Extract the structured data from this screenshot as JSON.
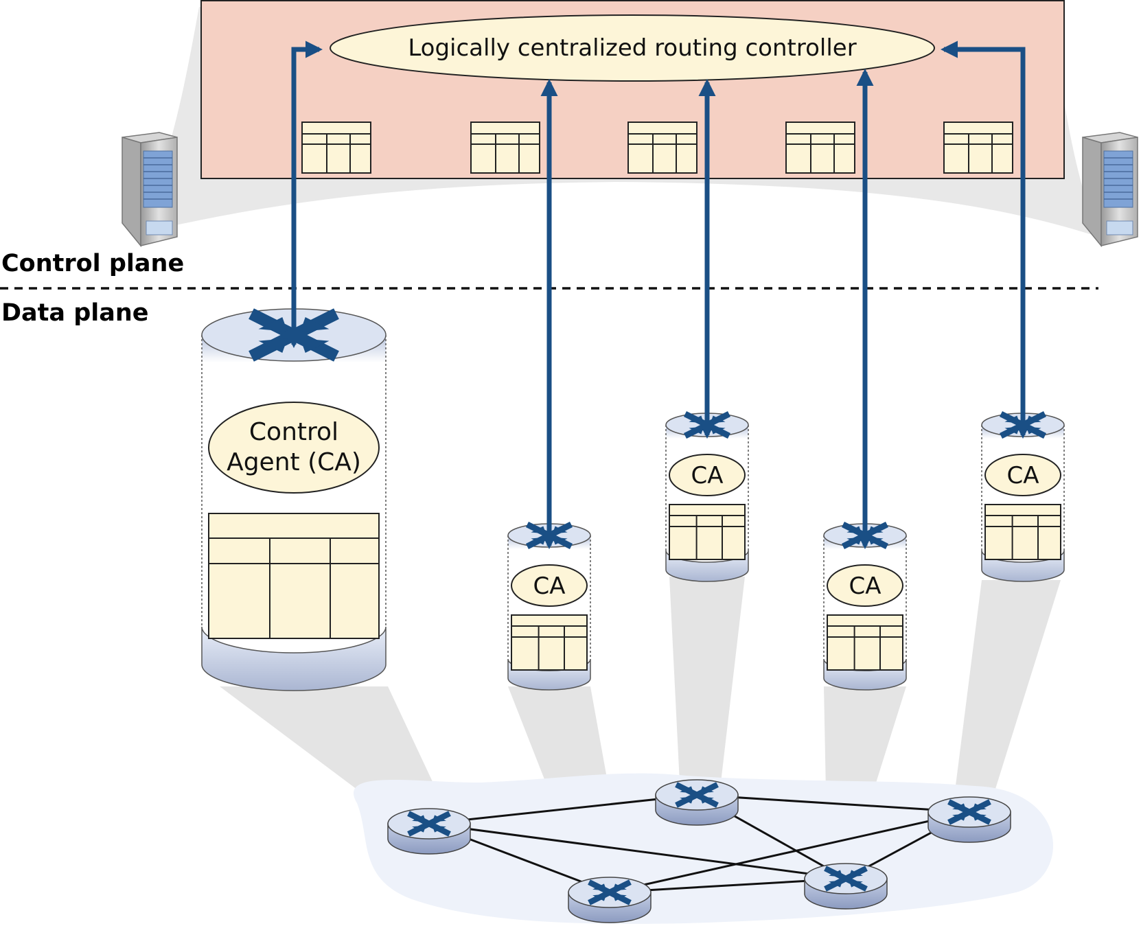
{
  "controller": {
    "label": "Logically centralized routing controller"
  },
  "planes": {
    "control": "Control plane",
    "data": "Data plane"
  },
  "agent": {
    "full_line1": "Control",
    "full_line2": "Agent (CA)",
    "short": "CA"
  },
  "colors": {
    "arrow": "#1a4f85",
    "controller_bg": "#f5d0c3",
    "ellipse_fill": "#fdf5d8",
    "table_fill": "#fdf5d8",
    "router_top": "#dbe3f2",
    "router_icon": "#1a4f85",
    "cloud": "#eef2fa"
  }
}
